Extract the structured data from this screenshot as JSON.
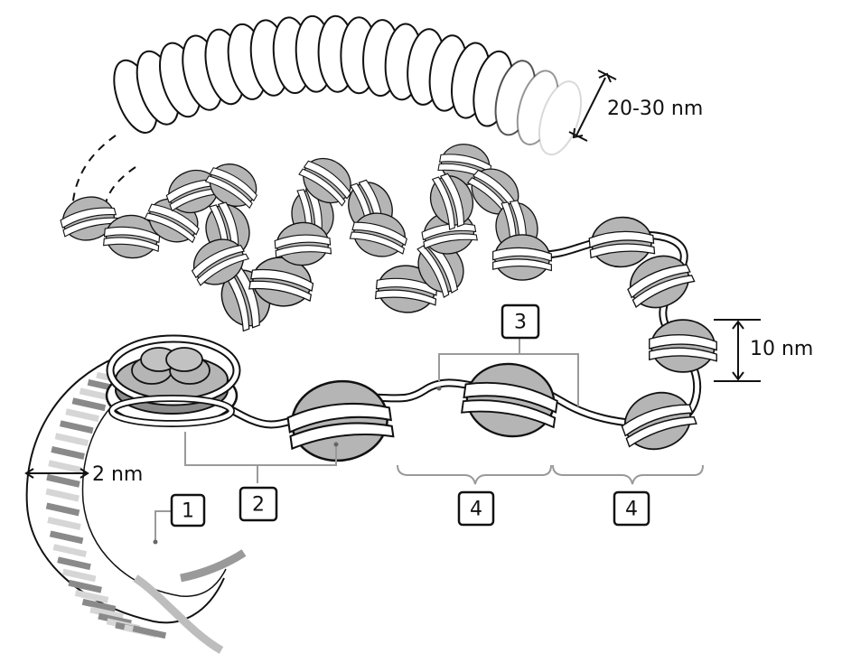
{
  "measurements": {
    "fiber_30nm": "20-30 nm",
    "nucleosome_fiber": "10 nm",
    "dna_helix": "2 nm"
  },
  "callouts": {
    "c1": "1",
    "c2": "2",
    "c3": "3",
    "c4a": "4",
    "c4b": "4"
  },
  "colors": {
    "histone_fill": "#b5b5b5",
    "histone_stroke": "#111111",
    "dna_wrap": "#ffffff",
    "bracket": "#9a9a9a",
    "helix_dark": "#8a8a8a",
    "helix_light": "#d6d6d6"
  }
}
